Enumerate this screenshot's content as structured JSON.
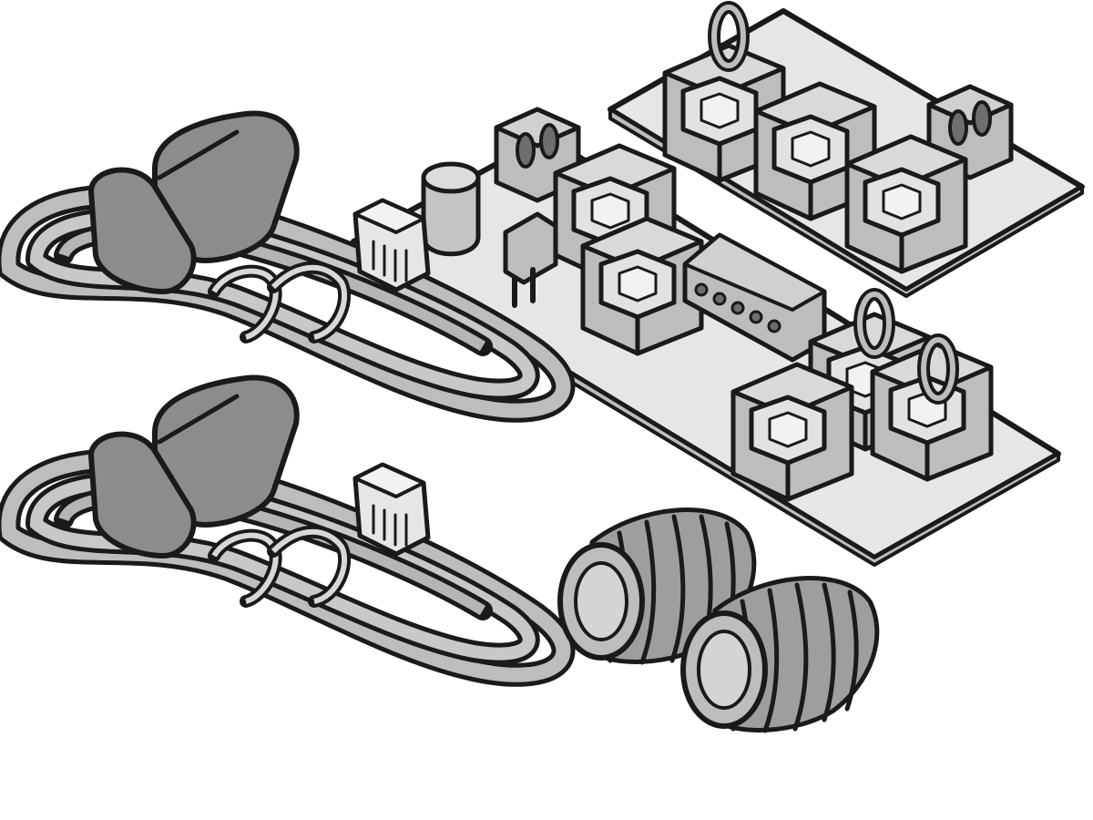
{
  "illustration": {
    "components": [
      {
        "id": "cable-1",
        "kind": "coiled-cable-with-ferrite-and-rj45"
      },
      {
        "id": "cable-2",
        "kind": "coiled-cable-with-ferrite-and-rj45"
      },
      {
        "id": "board-1",
        "kind": "pcb-with-jacks-and-terminals"
      },
      {
        "id": "board-2",
        "kind": "pcb-with-jacks-and-terminals"
      },
      {
        "id": "grommet-1",
        "kind": "ribbed-grommet"
      },
      {
        "id": "grommet-2",
        "kind": "ribbed-grommet"
      }
    ],
    "colors": {
      "outline": "#1a1a1a",
      "fill_light": "#e6e6e6",
      "fill_mid": "#bdbdbd",
      "fill_dark": "#8c8c8c",
      "background": "#ffffff"
    }
  }
}
